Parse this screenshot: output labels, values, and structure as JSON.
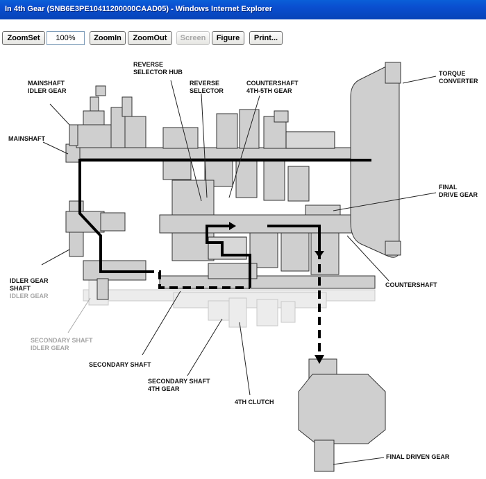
{
  "window": {
    "title": "In 4th Gear (SNB6E3PE10411200000CAAD05) - Windows Internet Explorer"
  },
  "toolbar": {
    "zoomset": "ZoomSet",
    "zoom_value": "100%",
    "zoomin": "ZoomIn",
    "zoomout": "ZoomOut",
    "screen": "Screen",
    "figure": "Figure",
    "print": "Print..."
  },
  "labels": {
    "reverse_selector_hub_1": "REVERSE",
    "reverse_selector_hub_2": "SELECTOR HUB",
    "mainshaft_idler_1": "MAINSHAFT",
    "mainshaft_idler_2": "IDLER GEAR",
    "reverse_selector_1": "REVERSE",
    "reverse_selector_2": "SELECTOR",
    "countershaft_45_1": "COUNTERSHAFT",
    "countershaft_45_2": "4TH-5TH GEAR",
    "torque_converter_1": "TORQUE",
    "torque_converter_2": "CONVERTER",
    "mainshaft": "MAINSHAFT",
    "final_drive_1": "FINAL",
    "final_drive_2": "DRIVE GEAR",
    "idler_shaft_1": "IDLER GEAR",
    "idler_shaft_2": "SHAFT",
    "idler_shaft_3": "IDLER GEAR",
    "countershaft": "COUNTERSHAFT",
    "secondary_idler_1": "SECONDARY SHAFT",
    "secondary_idler_2": "IDLER GEAR",
    "secondary_shaft": "SECONDARY SHAFT",
    "secondary_4th_1": "SECONDARY SHAFT",
    "secondary_4th_2": "4TH GEAR",
    "fourth_clutch": "4TH CLUTCH",
    "final_driven": "FINAL DRIVEN GEAR"
  },
  "colors": {
    "titlebar": "#0743b8",
    "part_fill": "#cfcfcf",
    "ghost_fill": "#ececec",
    "flow": "#000000"
  }
}
